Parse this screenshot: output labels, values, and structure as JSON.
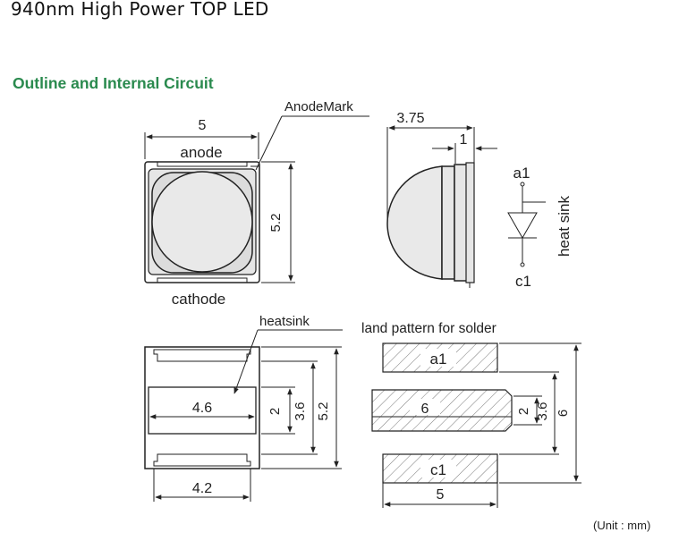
{
  "page": {
    "title": "940nm High Power TOP LED",
    "section_title": "Outline and Internal Circuit",
    "unit_note": "(Unit : mm)"
  },
  "top_view": {
    "width_dim": "5",
    "height_dim": "5.2",
    "anode_label": "anode",
    "cathode_label": "cathode",
    "anode_mark_label": "AnodeMark"
  },
  "side_view": {
    "total_dim": "3.75",
    "base_dim": "1"
  },
  "circuit": {
    "anode_pin": "a1",
    "cathode_pin": "c1",
    "heat_sink_label": "heat sink"
  },
  "bottom_view": {
    "heatsink_label": "heatsink",
    "heatsink_width": "4.6",
    "heatsink_height": "2",
    "inner_height": "3.6",
    "total_height": "5.2",
    "bottom_width": "4.2"
  },
  "land_pattern": {
    "title": "land pattern for solder",
    "pad_a1": "a1",
    "pad_center": "6",
    "pad_c1": "c1",
    "width_dim": "5",
    "center_height": "2",
    "inner_height": "3.6",
    "total_height": "6"
  }
}
